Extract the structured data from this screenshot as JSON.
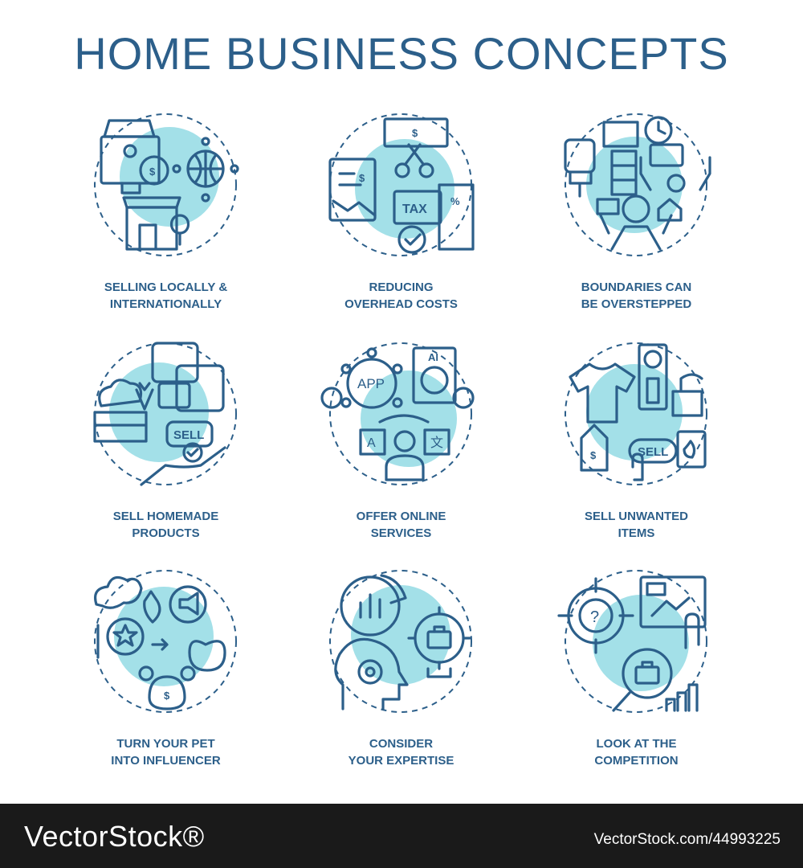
{
  "page": {
    "title": "HOME BUSINESS CONCEPTS",
    "accent_color": "#2c5f8a",
    "fill_color": "#a3e0e8"
  },
  "concepts": [
    {
      "line1": "SELLING LOCALLY &",
      "line2": "INTERNATIONALLY",
      "icon": "storefront-globe-icon"
    },
    {
      "line1": "REDUCING",
      "line2": "OVERHEAD COSTS",
      "icon": "tax-scissors-icon"
    },
    {
      "line1": "BOUNDARIES CAN",
      "line2": "BE OVERSTEPPED",
      "icon": "work-home-boundary-icon"
    },
    {
      "line1": "SELL HOMEMADE",
      "line2": "PRODUCTS",
      "icon": "homemade-goods-icon"
    },
    {
      "line1": "OFFER ONLINE",
      "line2": "SERVICES",
      "icon": "online-services-icon"
    },
    {
      "line1": "SELL UNWANTED",
      "line2": "ITEMS",
      "icon": "unwanted-items-icon"
    },
    {
      "line1": "TURN YOUR PET",
      "line2": "INTO INFLUENCER",
      "icon": "pet-influencer-icon"
    },
    {
      "line1": "CONSIDER",
      "line2": "YOUR EXPERTISE",
      "icon": "expertise-icon"
    },
    {
      "line1": "LOOK AT THE",
      "line2": "COMPETITION",
      "icon": "competition-icon"
    }
  ],
  "icon_text": {
    "tax": "TAX",
    "app": "APP",
    "ai": "AI",
    "sell": "SELL",
    "dollar": "$",
    "percent": "%",
    "question": "?",
    "latin": "A",
    "cjk": "文"
  },
  "footer": {
    "brand": "VectorStock®",
    "id": "VectorStock.com/44993225"
  }
}
